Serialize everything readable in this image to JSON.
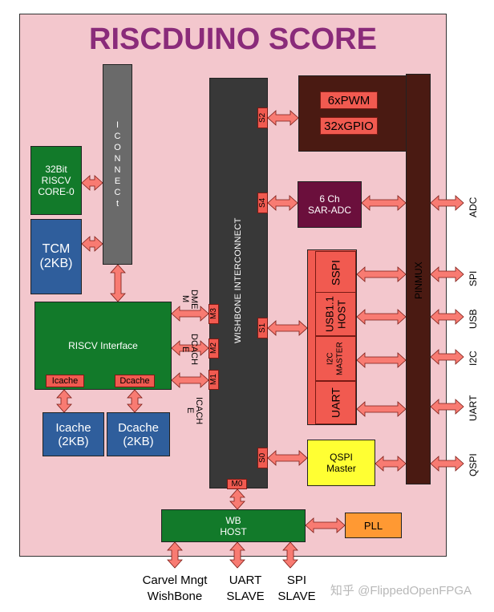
{
  "title": "RISCDUINO SCORE",
  "blocks": {
    "core": "32Bit\nRISCV\nCORE-0",
    "tcm": "TCM\n(2KB)",
    "iconnect": "I\nC\nO\nN\nN\nE\nC\nt",
    "riscv_if": "RISCV Interface",
    "icache_port": "Icache",
    "dcache_port": "Dcache",
    "icache": "Icache\n(2KB)",
    "dcache": "Dcache\n(2KB)",
    "dmem_label": "DME\nM",
    "dcache_label": "DCACH\nE",
    "icache_label": "ICACH\nE",
    "m3": "M3",
    "m2": "M2",
    "m1": "M1",
    "m0": "M0",
    "wishbone": "WISHBONE INTERCONNECT",
    "s0": "S0",
    "s1": "S1",
    "s2": "S2",
    "s4": "S4",
    "pwm": "6xPWM",
    "gpio": "32xGPIO",
    "adc": "6 Ch\nSAR-ADC",
    "sspi": "SSPI",
    "usb": "USB1.1\nHOST",
    "i2c": "I2C\nMASTER",
    "uart": "UART",
    "qspi": "QSPI\nMaster",
    "pinmux": "PINMUX",
    "wbhost": "WB\nHOST",
    "pll": "PLL"
  },
  "pins": [
    "ADC",
    "SPI",
    "USB",
    "I2C",
    "UART",
    "QSPI"
  ],
  "bottom": [
    "Carvel Mngt\nWishBone",
    "UART\nSLAVE",
    "SPI\nSLAVE"
  ],
  "watermark": "知乎 @FlippedOpenFPGA",
  "colors": {
    "panel": "#f3c7cd",
    "green": "#127a2a",
    "blue": "#2f5e9c",
    "gray": "#5a5a5a",
    "dark_gray": "#383838",
    "brown": "#4a1a12",
    "maroon": "#6b0f3c",
    "red": "#f15a50",
    "yellow": "#ffff33",
    "orange": "#ff9933",
    "arrow": "#f87b72",
    "title": "#8a2b7a"
  }
}
